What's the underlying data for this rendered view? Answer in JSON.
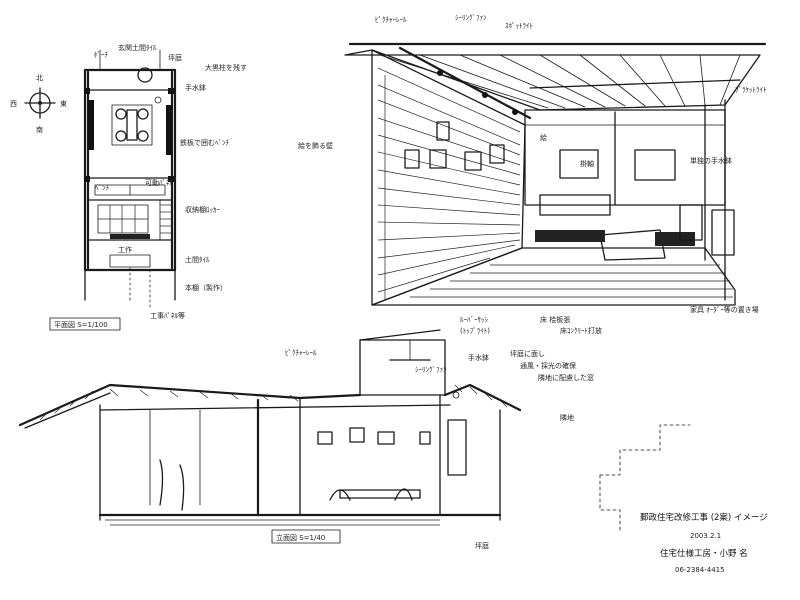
{
  "compass": {
    "north": "北",
    "south": "南",
    "east": "東",
    "west": "西"
  },
  "plan": {
    "labels": {
      "top1": "ﾎﾟｰﾁ",
      "top2": "玄関土間ﾀｲﾙ",
      "top3": "坪庭",
      "top4": "大黒柱を残す",
      "top5": "手水鉢",
      "mid1": "鉄板で囲むﾍﾞﾝﾁ",
      "mid2": "ﾍﾞﾝﾁ",
      "mid3": "可動ﾊﾟﾈﾙ",
      "mid4": "収納棚ﾛｯｶｰ",
      "low1": "工作",
      "low2": "土間ﾀｲﾙ",
      "low3": "本棚（製作）",
      "bottom": "工事ﾊﾟﾈﾙ等"
    },
    "caption": "平面図 S=1/100"
  },
  "perspective": {
    "labels": {
      "l1": "ﾋﾟｸﾁｬｰﾚｰﾙ",
      "l2": "ｼｰﾘﾝｸﾞﾌｧﾝ",
      "l3": "ｽﾎﾟｯﾄﾗｲﾄ",
      "l4": "ﾌﾞﾗｹｯﾄﾗｲﾄ",
      "l5": "絵を飾る壁",
      "l6": "絵",
      "l7": "掛軸",
      "l8": "単独の手水鉢",
      "l9": "床 桧板張",
      "l10": "床ｺﾝｸﾘｰﾄ打放",
      "l11": "家具 ｵｰﾀﾞｰ等の置き場"
    }
  },
  "section": {
    "labels": {
      "s1": "ﾋﾟｸﾁｬｰﾚｰﾙ",
      "s2": "ﾙｰﾊﾞｰｻｯｼ",
      "s3": "(ﾄｯﾌﾟﾗｲﾄ)",
      "s4": "ｼｰﾘﾝｸﾞﾌｧﾝ",
      "s5": "手水鉢",
      "s6": "坪庭に面し",
      "s7": "通風・採光の確保",
      "s8": "隣地に配慮した窓",
      "s9": "坪庭",
      "s10": "隣地"
    },
    "caption": "立面図 S=1/40"
  },
  "title_block": {
    "line1": "郵政住宅改修工事 (2案) イメージ",
    "line2": "2003.2.1",
    "line3": "住宅仕様工房・小野 名",
    "line4": "06-2384-4415"
  }
}
